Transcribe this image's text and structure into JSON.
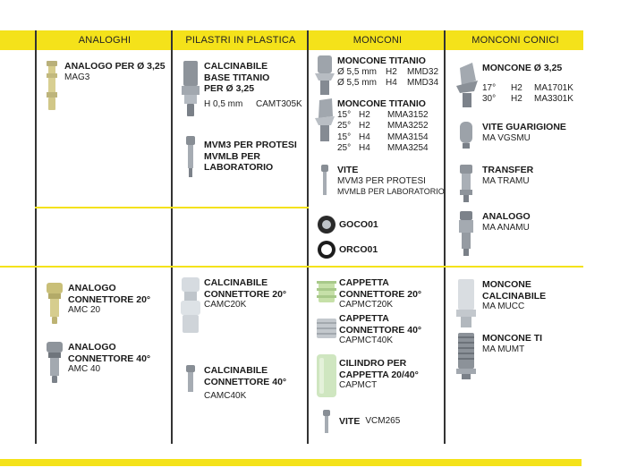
{
  "columns": [
    "ANALOGHI",
    "PILASTRI IN PLASTICA",
    "MONCONI",
    "MONCONI CONICI"
  ],
  "analoghi": [
    {
      "title": "ANALOGO PER Ø 3,25",
      "code": "MAG3"
    },
    {
      "title_lines": [
        "ANALOGO",
        "CONNETTORE 20°"
      ],
      "code": "AMC 20"
    },
    {
      "title_lines": [
        "ANALOGO",
        "CONNETTORE 40°"
      ],
      "code": "AMC 40"
    }
  ],
  "pilastri": [
    {
      "title_lines": [
        "CALCINABILE",
        "BASE TITANIO",
        "PER Ø  3,25"
      ],
      "spec": "H 0,5 mm",
      "code": "CAMT305K"
    },
    {
      "title_lines": [
        "MVM3 PER PROTESI",
        "MVMLB PER",
        "LABORATORIO"
      ]
    },
    {
      "title_lines": [
        "CALCINABILE",
        "CONNETTORE 20°"
      ],
      "code": "CAMC20K"
    },
    {
      "title_lines": [
        "CALCINABILE",
        "CONNETTORE 40°"
      ],
      "code": "CAMC40K"
    }
  ],
  "monconi": {
    "titanio1": {
      "title": "MONCONE TITANIO",
      "rows": [
        [
          "Ø 5,5 mm",
          "H2",
          "MMD32"
        ],
        [
          "Ø 5,5 mm",
          "H4",
          "MMD34"
        ]
      ]
    },
    "titanio2": {
      "title": "MONCONE TITANIO",
      "rows": [
        [
          "15°",
          "H2",
          "MMA3152"
        ],
        [
          "25°",
          "H2",
          "MMA3252"
        ],
        [
          "15°",
          "H4",
          "MMA3154"
        ],
        [
          "25°",
          "H4",
          "MMA3254"
        ]
      ]
    },
    "vite": {
      "title": "VITE",
      "lines": [
        "MVM3 PER PROTESI",
        "MVMLB PER LABORATORIO"
      ]
    },
    "goco": "GOCO01",
    "orco": "ORCO01",
    "cappetta20": {
      "title_lines": [
        "CAPPETTA",
        "CONNETTORE 20°"
      ],
      "code": "CAPMCT20K"
    },
    "cappetta40": {
      "title_lines": [
        "CAPPETTA",
        "CONNETTORE 40°"
      ],
      "code": "CAPMCT40K"
    },
    "cilindro": {
      "title_lines": [
        "CILINDRO PER",
        "CAPPETTA 20/40°"
      ],
      "code": "CAPMCT"
    },
    "vite2": {
      "title": "VITE",
      "code": "VCM265"
    }
  },
  "conici": {
    "moncone": {
      "title": "MONCONE  Ø 3,25",
      "rows": [
        [
          "17°",
          "H2",
          "MA1701K"
        ],
        [
          "30°",
          "H2",
          "MA3301K"
        ]
      ]
    },
    "vite_guarigione": {
      "title": "VITE GUARIGIONE",
      "code": "MA VGSMU"
    },
    "transfer": {
      "title": "TRANSFER",
      "code": "MA TRAMU"
    },
    "analogo": {
      "title": "ANALOGO",
      "code": "MA ANAMU"
    },
    "calcinabile": {
      "title_lines": [
        "MONCONE",
        "CALCINABILE"
      ],
      "code": "MA MUCC"
    },
    "moncone_ti": {
      "title": "MONCONE TI",
      "code": "MA MUMT"
    }
  },
  "colors": {
    "accent": "#f4e21a",
    "divider": "#333333",
    "metal": "#9aa0a6",
    "gold": "#c9bf78",
    "lightgreen": "#c8e2b0"
  }
}
